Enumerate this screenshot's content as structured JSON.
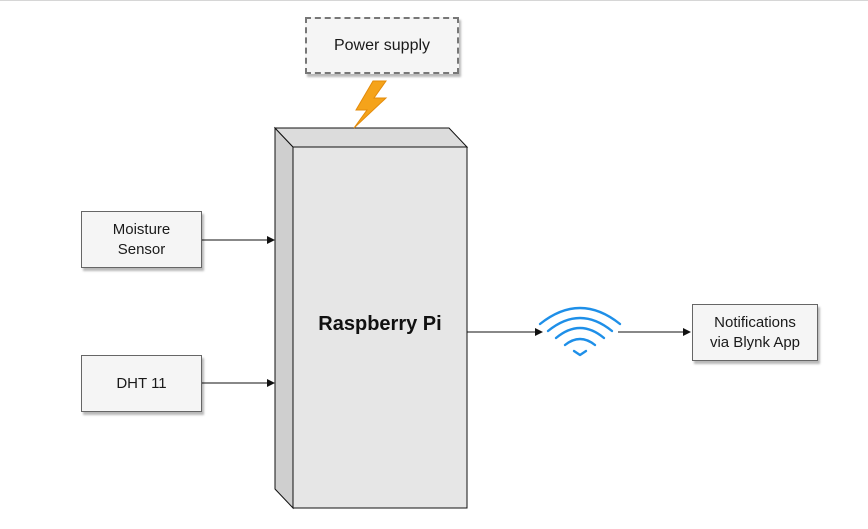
{
  "nodes": {
    "power_supply": "Power supply",
    "moisture_sensor": "Moisture\nSensor",
    "dht11": "DHT 11",
    "raspberry_pi": "Raspberry Pi",
    "notifications": "Notifications\nvia Blynk App"
  },
  "icons": {
    "power": "lightning-bolt",
    "wireless": "wifi-signal"
  },
  "colors": {
    "bolt": "#f5a31a",
    "wifi": "#1e8fe8",
    "box_fill": "#f5f5f5",
    "cube_front": "#e6e6e6",
    "cube_side": "#cfcfcf",
    "stroke": "#111111"
  }
}
